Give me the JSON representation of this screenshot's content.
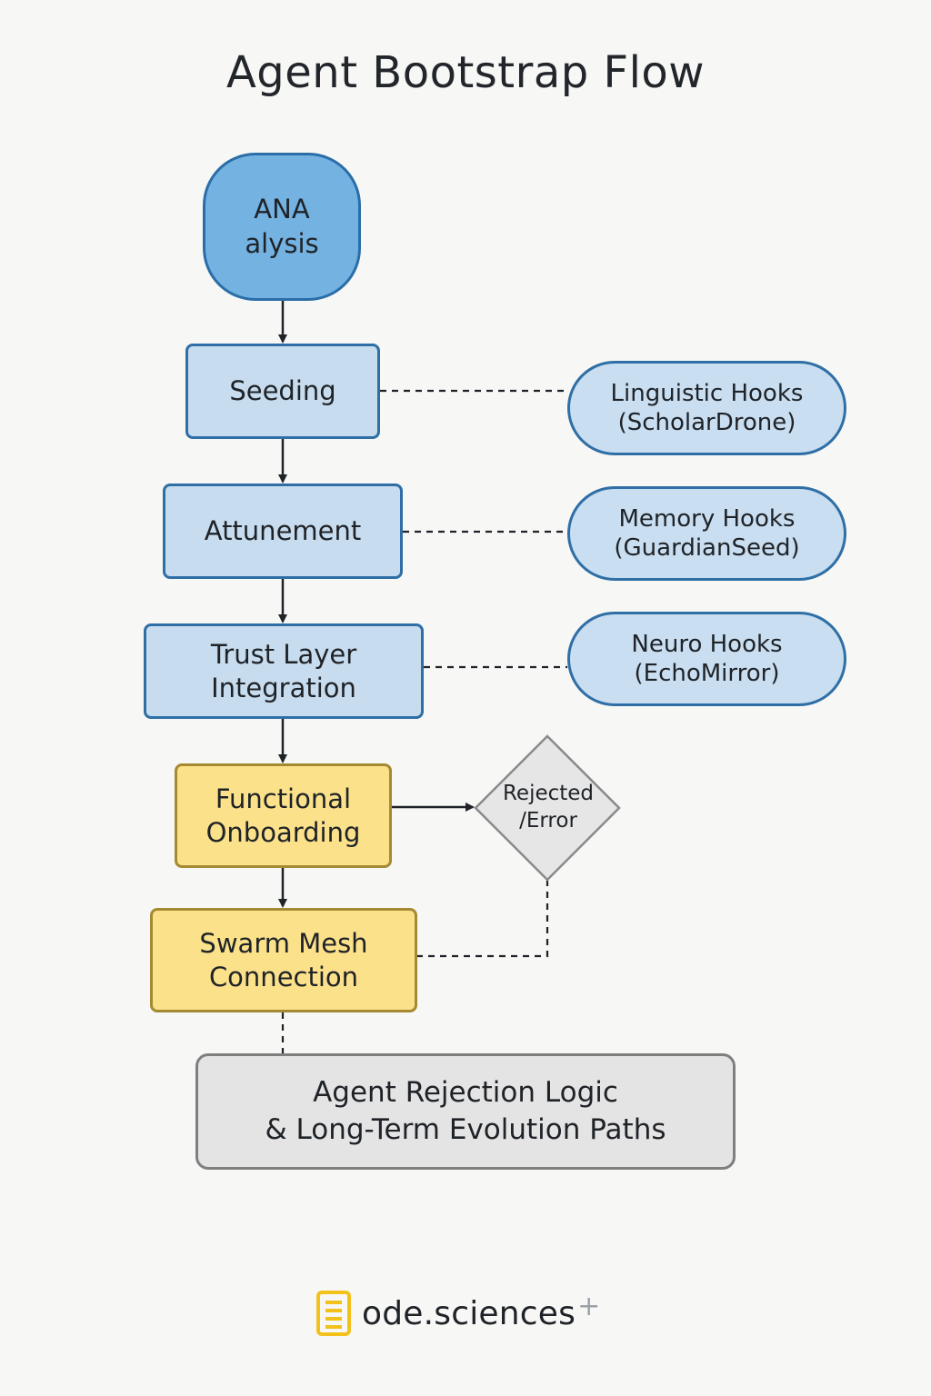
{
  "title": "Agent Bootstrap Flow",
  "nodes": {
    "start": "ANA\nalysis",
    "seeding": "Seeding",
    "attunement": "Attunement",
    "trust": "Trust Layer\nIntegration",
    "functional": "Functional\nOnboarding",
    "swarm": "Swarm Mesh\nConnection",
    "decision": "Rejected\n/Error",
    "rejection": "Agent Rejection Logic\n& Long-Term Evolution  Paths"
  },
  "hooks": {
    "linguistic": "Linguistic Hooks\n(ScholarDrone)",
    "memory": "Memory Hooks\n(GuardianSeed)",
    "neuro": "Neuro Hooks\n(EchoMirror)"
  },
  "logo": {
    "text": "ode.sciences",
    "mark": "+"
  },
  "colors": {
    "start_fill": "#74b2e2",
    "blue_step_fill": "#c7dcee",
    "blue_border": "#2f6fa6",
    "yellow_fill": "#fbe18a",
    "yellow_border": "#a58a33",
    "decision_fill": "#e6e6e6",
    "rejection_fill": "#e4e4e4",
    "logo_accent": "#f2c21b"
  }
}
